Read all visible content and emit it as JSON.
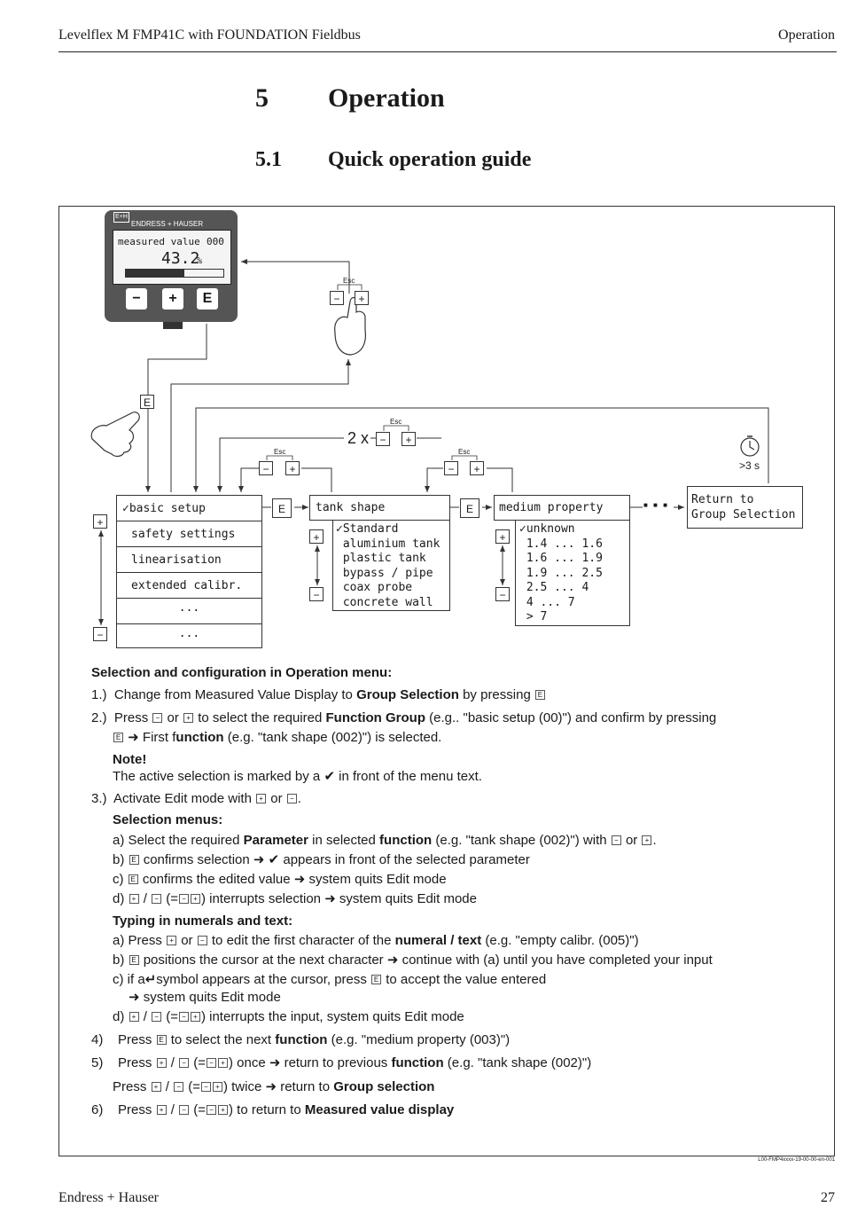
{
  "header": {
    "left": "Levelflex M FMP41C with FOUNDATION Fieldbus",
    "right": "Operation"
  },
  "section": {
    "number": "5",
    "title": "Operation"
  },
  "subsection": {
    "number": "5.1",
    "title": "Quick operation guide"
  },
  "device": {
    "brand": "ENDRESS + HAUSER",
    "logo": "E+H",
    "display_label": "measured value",
    "display_code": "000",
    "display_value": "43.2",
    "display_unit": "%",
    "bar_fraction": 0.6,
    "keys": [
      "−",
      "+",
      "E"
    ]
  },
  "keys": {
    "minus": "−",
    "plus": "+",
    "enter": "E",
    "esc": "Esc"
  },
  "diagram": {
    "two_x": "2 x",
    "timeout": ">3 s",
    "dots": "■ ■ ■",
    "group_menu": [
      "✓basic setup",
      "safety settings",
      "linearisation",
      "extended calibr.",
      "...",
      "..."
    ],
    "function_title": "tank shape",
    "function_options": "✓Standard\n aluminium tank\n plastic tank\n bypass / pipe\n coax probe\n concrete wall",
    "medium_title": "medium property",
    "medium_options": "✓unknown\n 1.4 ... 1.6\n 1.6 ... 1.9\n 1.9 ... 2.5\n 2.5 ... 4\n 4 ... 7\n > 7",
    "return_box": "Return to\nGroup Selection"
  },
  "instructions": {
    "heading": "Selection and configuration in Operation menu:",
    "s1_num": "1.)",
    "s1_a": "Change from Measured Value Display to ",
    "s1_b": "Group Selection",
    "s1_c": " by pressing",
    "s2_num": "2.)",
    "s2_a": "Press",
    "s2_or": "or",
    "s2_b": "to select the required ",
    "s2_c": "Function Group",
    "s2_d": " (e.g.. \"basic setup (00)\") and confirm by pressing",
    "s2_e": "➜ First f",
    "s2_f": "unction",
    "s2_g": " (e.g. \"tank shape (002)\") is selected.",
    "note_title": "Note!",
    "note_text": "The active selection is marked by a ✔  in front of the menu text.",
    "s3_num": "3.)",
    "s3_a": "Activate Edit mode with",
    "s3_or": "or",
    "sel_title": "Selection menus:",
    "sa_a": "a) Select the required ",
    "sa_b": "Parameter",
    "sa_c": " in selected ",
    "sa_d": "function",
    "sa_e": " (e.g. \"tank shape (002)\") with",
    "sa_or": "or",
    "sb_a": "b)",
    "sb_b": "confirms selection ➜ ✔ appears in front of the selected parameter",
    "sc_a": "c)",
    "sc_b": "confirms the edited value ➜ system quits Edit mode",
    "sd_a": "d)",
    "sd_b": "/",
    "sd_c": "(=",
    "sd_d": ") interrupts selection ➜ system quits Edit mode",
    "typ_title": "Typing in numerals and text:",
    "ta_a": "a) Press",
    "ta_or": "or",
    "ta_b": "to edit the first character of the ",
    "ta_c": "numeral / text",
    "ta_d": " (e.g. \"empty calibr. (005)\")",
    "tb_a": "b)",
    "tb_b": "positions the cursor at the next character ➜ continue with (a) until you have completed your input",
    "tc_a": "c) if a",
    "tc_sym": "↵",
    "tc_b": "symbol appears at the cursor, press",
    "tc_c": "to accept the value entered",
    "tc_d": "➜ system quits Edit mode",
    "td_a": "d)",
    "td_b": "/",
    "td_c": "(=",
    "td_d": ") interrupts the input,  system quits Edit mode",
    "s4_num": "4)",
    "s4_a": "Press",
    "s4_b": "to select the next ",
    "s4_c": "function",
    "s4_d": " (e.g. \"medium property (003)\")",
    "s5_num": "5)",
    "s5_a": "Press",
    "s5_slash": "/",
    "s5_eq": "(=",
    "s5_b": ") once ➜ return to previous ",
    "s5_c": "function",
    "s5_d": " (e.g. \"tank shape (002)\")",
    "s5b_b": ") twice ➜ return to ",
    "s5b_c": "Group selection",
    "s6_num": "6)",
    "s6_b": ") to return to ",
    "s6_c": "Measured value display"
  },
  "figure_ref": "L00-FMP4xxxx-19-00-00-en-001",
  "footer": {
    "left": "Endress + Hauser",
    "right": "27"
  }
}
